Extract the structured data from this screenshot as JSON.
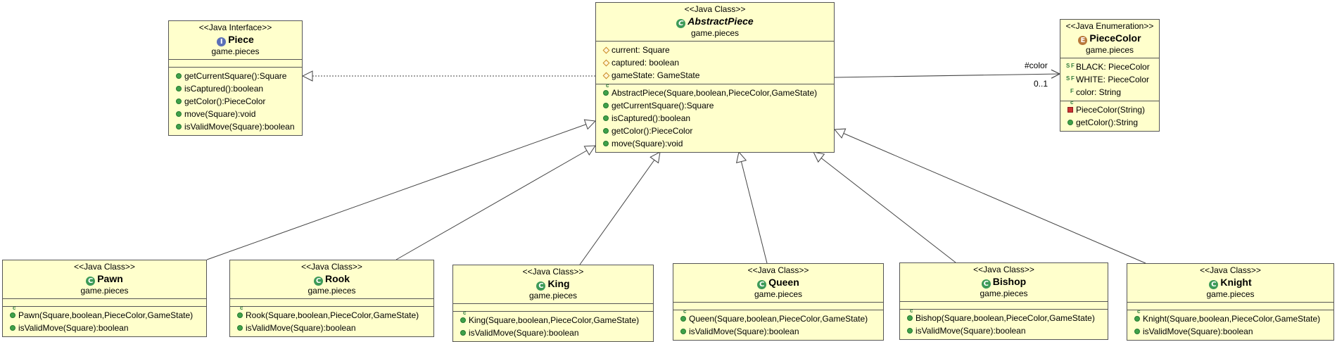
{
  "classes": {
    "piece": {
      "stereotype": "<<Java Interface>>",
      "name": "Piece",
      "package": "game.pieces",
      "kind": "interface",
      "attributes": [],
      "methods": [
        {
          "text": "getCurrentSquare():Square",
          "marker": "public"
        },
        {
          "text": "isCaptured():boolean",
          "marker": "public"
        },
        {
          "text": "getColor():PieceColor",
          "marker": "public"
        },
        {
          "text": "move(Square):void",
          "marker": "public"
        },
        {
          "text": "isValidMove(Square):boolean",
          "marker": "public"
        }
      ]
    },
    "abstract_piece": {
      "stereotype": "<<Java Class>>",
      "name": "AbstractPiece",
      "package": "game.pieces",
      "kind": "abstract-class",
      "attributes": [
        {
          "text": "current: Square",
          "marker": "protected"
        },
        {
          "text": "captured: boolean",
          "marker": "protected"
        },
        {
          "text": "gameState: GameState",
          "marker": "protected"
        }
      ],
      "methods": [
        {
          "text": "AbstractPiece(Square,boolean,PieceColor,GameState)",
          "marker": "constructor"
        },
        {
          "text": "getCurrentSquare():Square",
          "marker": "public"
        },
        {
          "text": "isCaptured():boolean",
          "marker": "public"
        },
        {
          "text": "getColor():PieceColor",
          "marker": "public"
        },
        {
          "text": "move(Square):void",
          "marker": "public"
        }
      ]
    },
    "piece_color": {
      "stereotype": "<<Java Enumeration>>",
      "name": "PieceColor",
      "package": "game.pieces",
      "kind": "enum",
      "attributes": [
        {
          "text": "BLACK: PieceColor",
          "marker": "static-final"
        },
        {
          "text": "WHITE: PieceColor",
          "marker": "static-final"
        },
        {
          "text": "color: String",
          "marker": "final"
        }
      ],
      "methods": [
        {
          "text": "PieceColor(String)",
          "marker": "private-constructor"
        },
        {
          "text": "getColor():String",
          "marker": "public"
        }
      ]
    },
    "pawn": {
      "stereotype": "<<Java Class>>",
      "name": "Pawn",
      "package": "game.pieces",
      "kind": "class",
      "attributes": [],
      "methods": [
        {
          "text": "Pawn(Square,boolean,PieceColor,GameState)",
          "marker": "constructor"
        },
        {
          "text": "isValidMove(Square):boolean",
          "marker": "public"
        }
      ]
    },
    "rook": {
      "stereotype": "<<Java Class>>",
      "name": "Rook",
      "package": "game.pieces",
      "kind": "class",
      "attributes": [],
      "methods": [
        {
          "text": "Rook(Square,boolean,PieceColor,GameState)",
          "marker": "constructor"
        },
        {
          "text": "isValidMove(Square):boolean",
          "marker": "public"
        }
      ]
    },
    "king": {
      "stereotype": "<<Java Class>>",
      "name": "King",
      "package": "game.pieces",
      "kind": "class",
      "attributes": [],
      "methods": [
        {
          "text": "King(Square,boolean,PieceColor,GameState)",
          "marker": "constructor"
        },
        {
          "text": "isValidMove(Square):boolean",
          "marker": "public"
        }
      ]
    },
    "queen": {
      "stereotype": "<<Java Class>>",
      "name": "Queen",
      "package": "game.pieces",
      "kind": "class",
      "attributes": [],
      "methods": [
        {
          "text": "Queen(Square,boolean,PieceColor,GameState)",
          "marker": "constructor"
        },
        {
          "text": "isValidMove(Square):boolean",
          "marker": "public"
        }
      ]
    },
    "bishop": {
      "stereotype": "<<Java Class>>",
      "name": "Bishop",
      "package": "game.pieces",
      "kind": "class",
      "attributes": [],
      "methods": [
        {
          "text": "Bishop(Square,boolean,PieceColor,GameState)",
          "marker": "constructor"
        },
        {
          "text": "isValidMove(Square):boolean",
          "marker": "public"
        }
      ]
    },
    "knight": {
      "stereotype": "<<Java Class>>",
      "name": "Knight",
      "package": "game.pieces",
      "kind": "class",
      "attributes": [],
      "methods": [
        {
          "text": "Knight(Square,boolean,PieceColor,GameState)",
          "marker": "constructor"
        },
        {
          "text": "isValidMove(Square):boolean",
          "marker": "public"
        }
      ]
    }
  },
  "association": {
    "role": "#color",
    "multiplicity": "0..1"
  },
  "colors": {
    "box_fill": "#ffffcc",
    "box_border": "#555555",
    "line": "#444444"
  }
}
